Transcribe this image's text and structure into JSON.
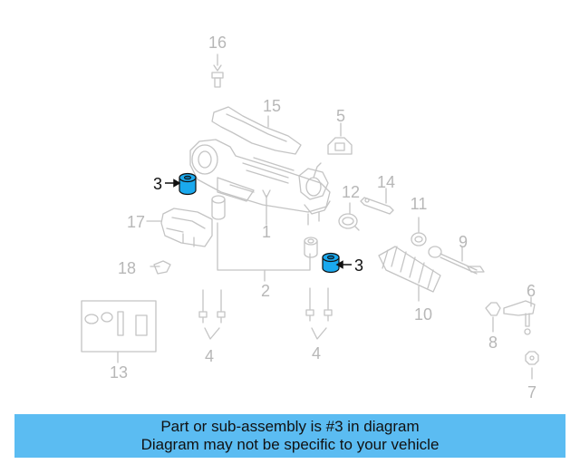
{
  "diagram": {
    "callouts": {
      "c16": "16",
      "c15": "15",
      "c5": "5",
      "c3a": "3",
      "c14": "14",
      "c12": "12",
      "c11": "11",
      "c17": "17",
      "c1": "1",
      "c9": "9",
      "c18": "18",
      "c3b": "3",
      "c2": "2",
      "c10": "10",
      "c6": "6",
      "c8": "8",
      "c13": "13",
      "c4a": "4",
      "c4b": "4",
      "c7": "7"
    },
    "highlighted_part": "3",
    "colors": {
      "line": "#c4c4c4",
      "highlight_part": "#1aa9ee",
      "banner": "#5bbcf2"
    }
  },
  "banner": {
    "line1": "Part or sub-assembly is #3 in diagram",
    "line2": "Diagram may not be specific to your vehicle"
  }
}
